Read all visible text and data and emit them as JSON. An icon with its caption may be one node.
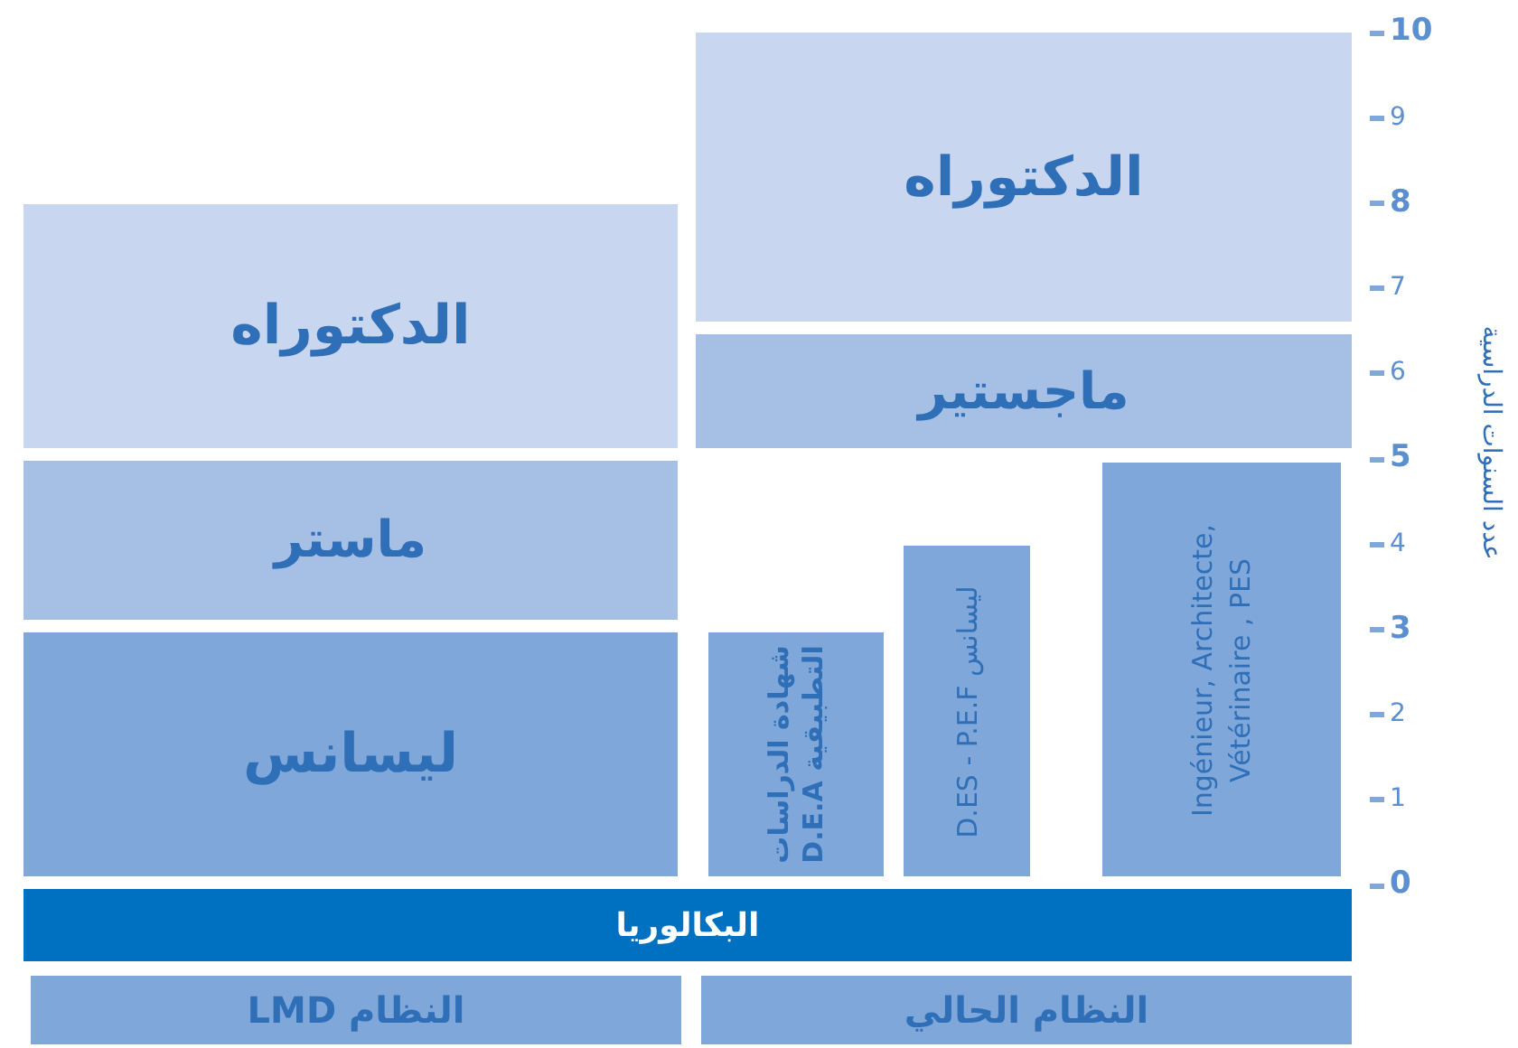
{
  "diagram": {
    "nodes": [
      {
        "text": [
          "الدكتوراه"
        ]
      },
      {
        "text": [
          "ماستر"
        ]
      },
      {
        "text": [
          "ليسانس"
        ]
      },
      {
        "text": [
          "الدكتوراه"
        ]
      },
      {
        "text": [
          "ماجستير"
        ]
      },
      {
        "text": [
          "شهادة الدراسات التطبيقية D.E.A"
        ]
      },
      {
        "text": [
          "D.ES - P.E.F ليسانس"
        ]
      },
      {
        "text": [
          "Ingénieur, Architecte, Vétérinaire , PES"
        ]
      },
      {
        "text": [
          "البكالوريا"
        ]
      },
      {
        "text": [
          "النظام LMD"
        ]
      },
      {
        "text": [
          "النظام الحالي"
        ]
      }
    ],
    "edges": [],
    "labels": [
      "10",
      "9",
      "8",
      "7",
      "6",
      "5",
      "4",
      "3",
      "2",
      "1",
      "0",
      "عدد السنوات الدراسية"
    ]
  }
}
